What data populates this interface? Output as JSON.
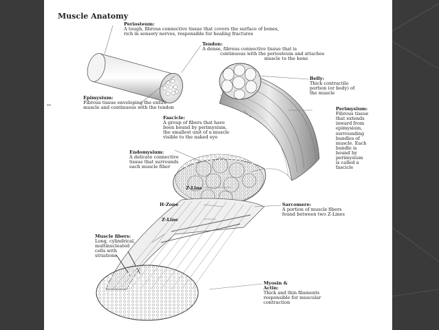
{
  "title": "Muscle Anatomy",
  "stray_mark": "**",
  "labels": {
    "periosteum": {
      "name": "Periosteum:",
      "desc": [
        "A tough, fibrous connective tissue that covers the surface of bones,",
        "rich in sensory nerves, responsible for healing fractures"
      ]
    },
    "tendon": {
      "name": "Tendon:",
      "desc": [
        "A dense, fibrous connective tissue that is",
        "continuous with the periosteum and attaches",
        "muscle to the bone"
      ]
    },
    "belly": {
      "name": "Belly:",
      "desc": [
        "Thick contractile",
        "portion (or body) of",
        "the muscle"
      ]
    },
    "epimysium": {
      "name": "Epimysium:",
      "desc": [
        "Fibrous tissue enveloping the entire",
        "muscle and continuous with the tendon"
      ]
    },
    "perimysium": {
      "name": "Perimysium:",
      "desc": [
        "Fibrous tissue",
        "that extends",
        "inward from",
        "epimysium,",
        "surrounding",
        "bundles of",
        "muscle. Each",
        "bundle is",
        "bound by",
        "perimysium",
        "is called a",
        "fascicle"
      ]
    },
    "fascicle": {
      "name": "Fascicle:",
      "desc": [
        "A group of fibers that have",
        "been bound by perimysium,",
        "the smallest unit of a muscle",
        "visible to the naked eye"
      ]
    },
    "endomysium": {
      "name": "Endomysium:",
      "desc": [
        "A delicate connective",
        "tissue that surrounds",
        "each muscle fiber"
      ]
    },
    "zline1": {
      "name": "Z-Line"
    },
    "hzone": {
      "name": "H-Zone"
    },
    "zline2": {
      "name": "Z-Line"
    },
    "sarcomere": {
      "name": "Sarcomere:",
      "desc": [
        "A portion of muscle fibers",
        "found between two Z-Lines"
      ]
    },
    "muscle_fibers": {
      "name": "Muscle fibers:",
      "desc": [
        "Long, cylindrical,",
        "multinucleated",
        "cells with",
        "striations"
      ]
    },
    "myosin": {
      "name": "Myosin &",
      "name2": "Actin:",
      "desc": [
        "Thick and thin filaments",
        "responsible for muscular",
        "contraction"
      ]
    }
  },
  "colors": {
    "background": "#3b3b3b",
    "slide": "#ffffff",
    "ink": "#1a1a1a",
    "accent_line": "#6a6a6a"
  }
}
